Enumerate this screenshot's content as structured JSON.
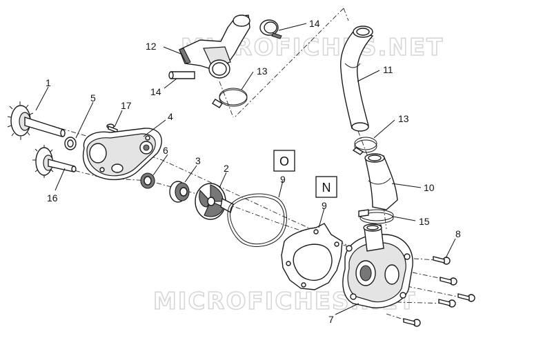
{
  "watermark": "MICROFICHES.NET",
  "callouts": [
    {
      "id": "c1",
      "text": "1"
    },
    {
      "id": "c2",
      "text": "2"
    },
    {
      "id": "c3",
      "text": "3"
    },
    {
      "id": "c4",
      "text": "4"
    },
    {
      "id": "c5",
      "text": "5"
    },
    {
      "id": "c6",
      "text": "6"
    },
    {
      "id": "c7",
      "text": "7"
    },
    {
      "id": "c8",
      "text": "8"
    },
    {
      "id": "c9o",
      "text": "9"
    },
    {
      "id": "c9n",
      "text": "9"
    },
    {
      "id": "c10",
      "text": "10"
    },
    {
      "id": "c11",
      "text": "11"
    },
    {
      "id": "c12",
      "text": "12"
    },
    {
      "id": "c13a",
      "text": "13"
    },
    {
      "id": "c13b",
      "text": "13"
    },
    {
      "id": "c14a",
      "text": "14"
    },
    {
      "id": "c14b",
      "text": "14"
    },
    {
      "id": "c15",
      "text": "15"
    },
    {
      "id": "c16",
      "text": "16"
    },
    {
      "id": "c17",
      "text": "17"
    }
  ],
  "variant_boxes": [
    {
      "id": "box-o",
      "text": "O"
    },
    {
      "id": "box-n",
      "text": "N"
    }
  ]
}
